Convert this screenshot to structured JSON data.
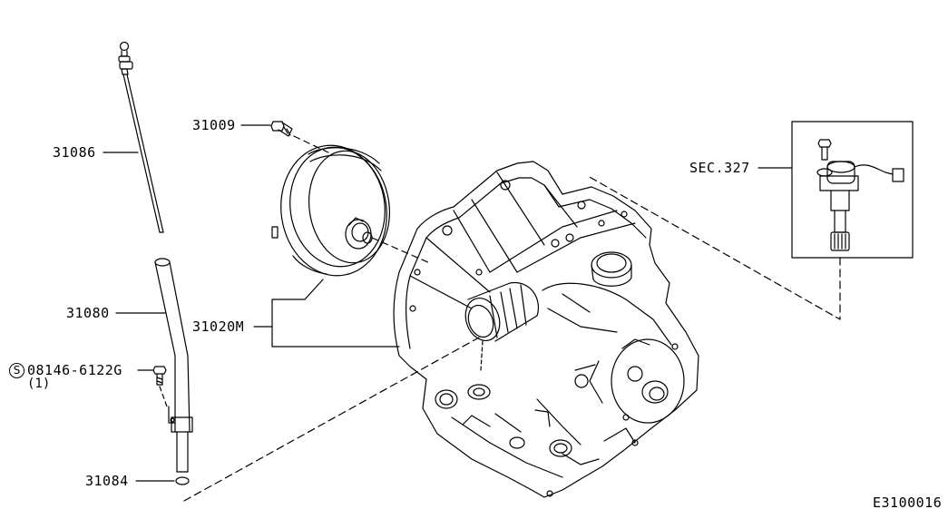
{
  "diagram": {
    "parts": {
      "dipstick": "31086",
      "charging_pipe": "31080",
      "bolt": "08146-6122G",
      "bolt_qty": "(1)",
      "bolt_prefix": "S",
      "o_ring": "31084",
      "converter_bolt": "31009",
      "torque_converter": "31020M",
      "section_ref": "SEC.327"
    },
    "figure_code": "E3100016",
    "line_color": "#000000",
    "background": "#ffffff"
  }
}
